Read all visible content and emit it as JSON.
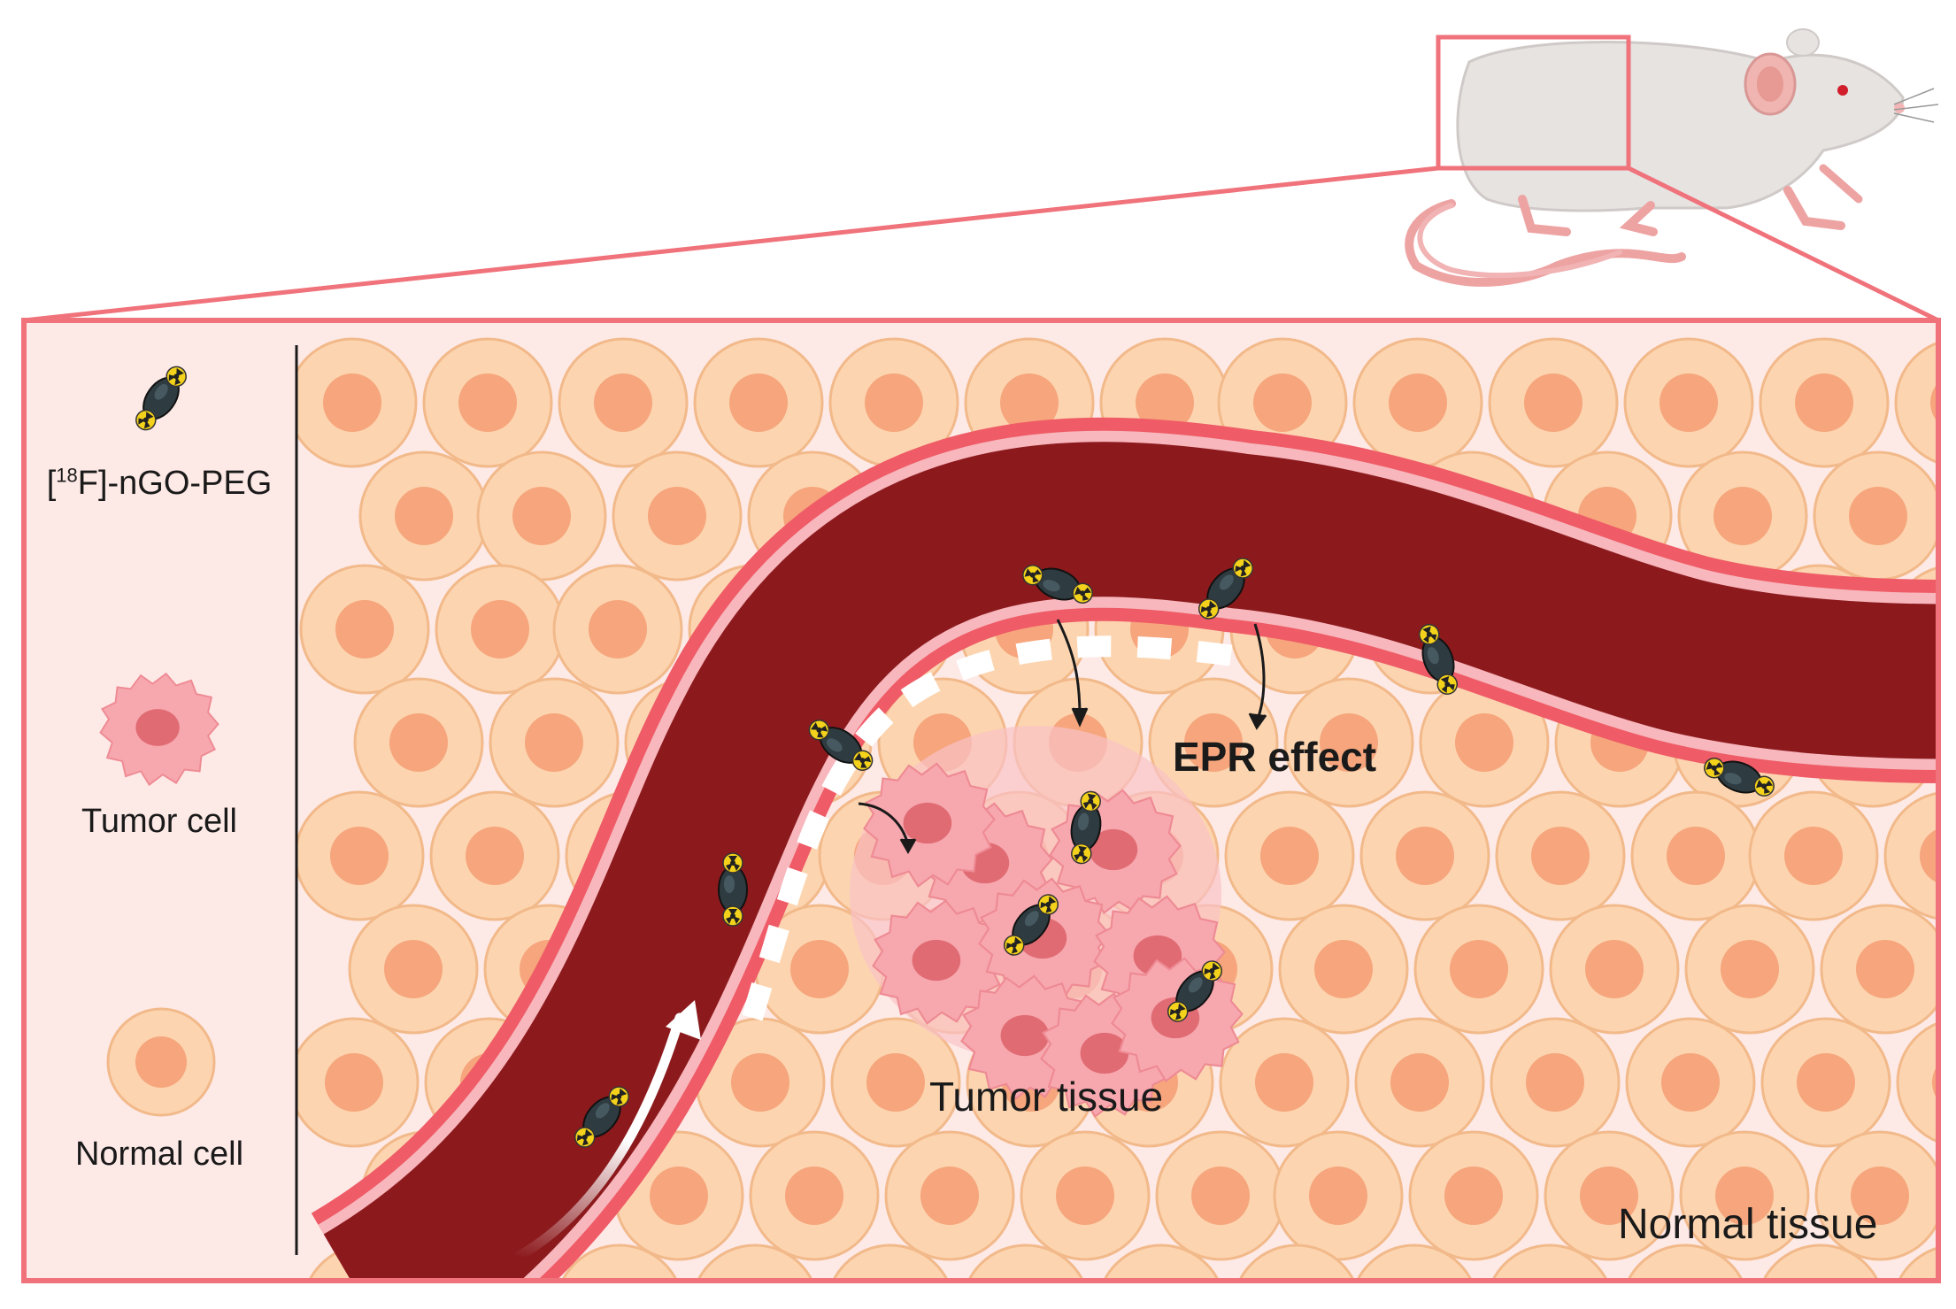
{
  "legend": {
    "nanoparticle": {
      "sup": "18",
      "label_pre": "[",
      "label_post": "F]-nGO-PEG"
    },
    "tumor_cell": "Tumor cell",
    "normal_cell": "Normal cell"
  },
  "annotations": {
    "epr_effect": "EPR effect",
    "tumor_tissue": "Tumor tissue",
    "normal_tissue": "Normal tissue"
  },
  "colors": {
    "frame": "#f0727b",
    "panel_bg": "#fde9e6",
    "normal_cell_fill": "#fcd5b0",
    "normal_cell_stroke": "#f2b98a",
    "normal_nucleus": "#f6a57c",
    "tumor_fill": "#f7a7ae",
    "tumor_nucleus": "#e06b73",
    "vessel_lumen": "#8c1a1d",
    "vessel_wall": "#ef5b66",
    "vessel_inner_line": "#f7b7bd",
    "mouse_body": "#e6e3e1",
    "radiation_yellow": "#f4d21b",
    "particle_body": "#2e3b40"
  },
  "icons": [
    "mouse-illustration",
    "radioactive-nanoparticle-icon",
    "tumor-cell-icon",
    "normal-cell-icon",
    "flow-arrow-icon",
    "extravasation-arrow-icon"
  ]
}
